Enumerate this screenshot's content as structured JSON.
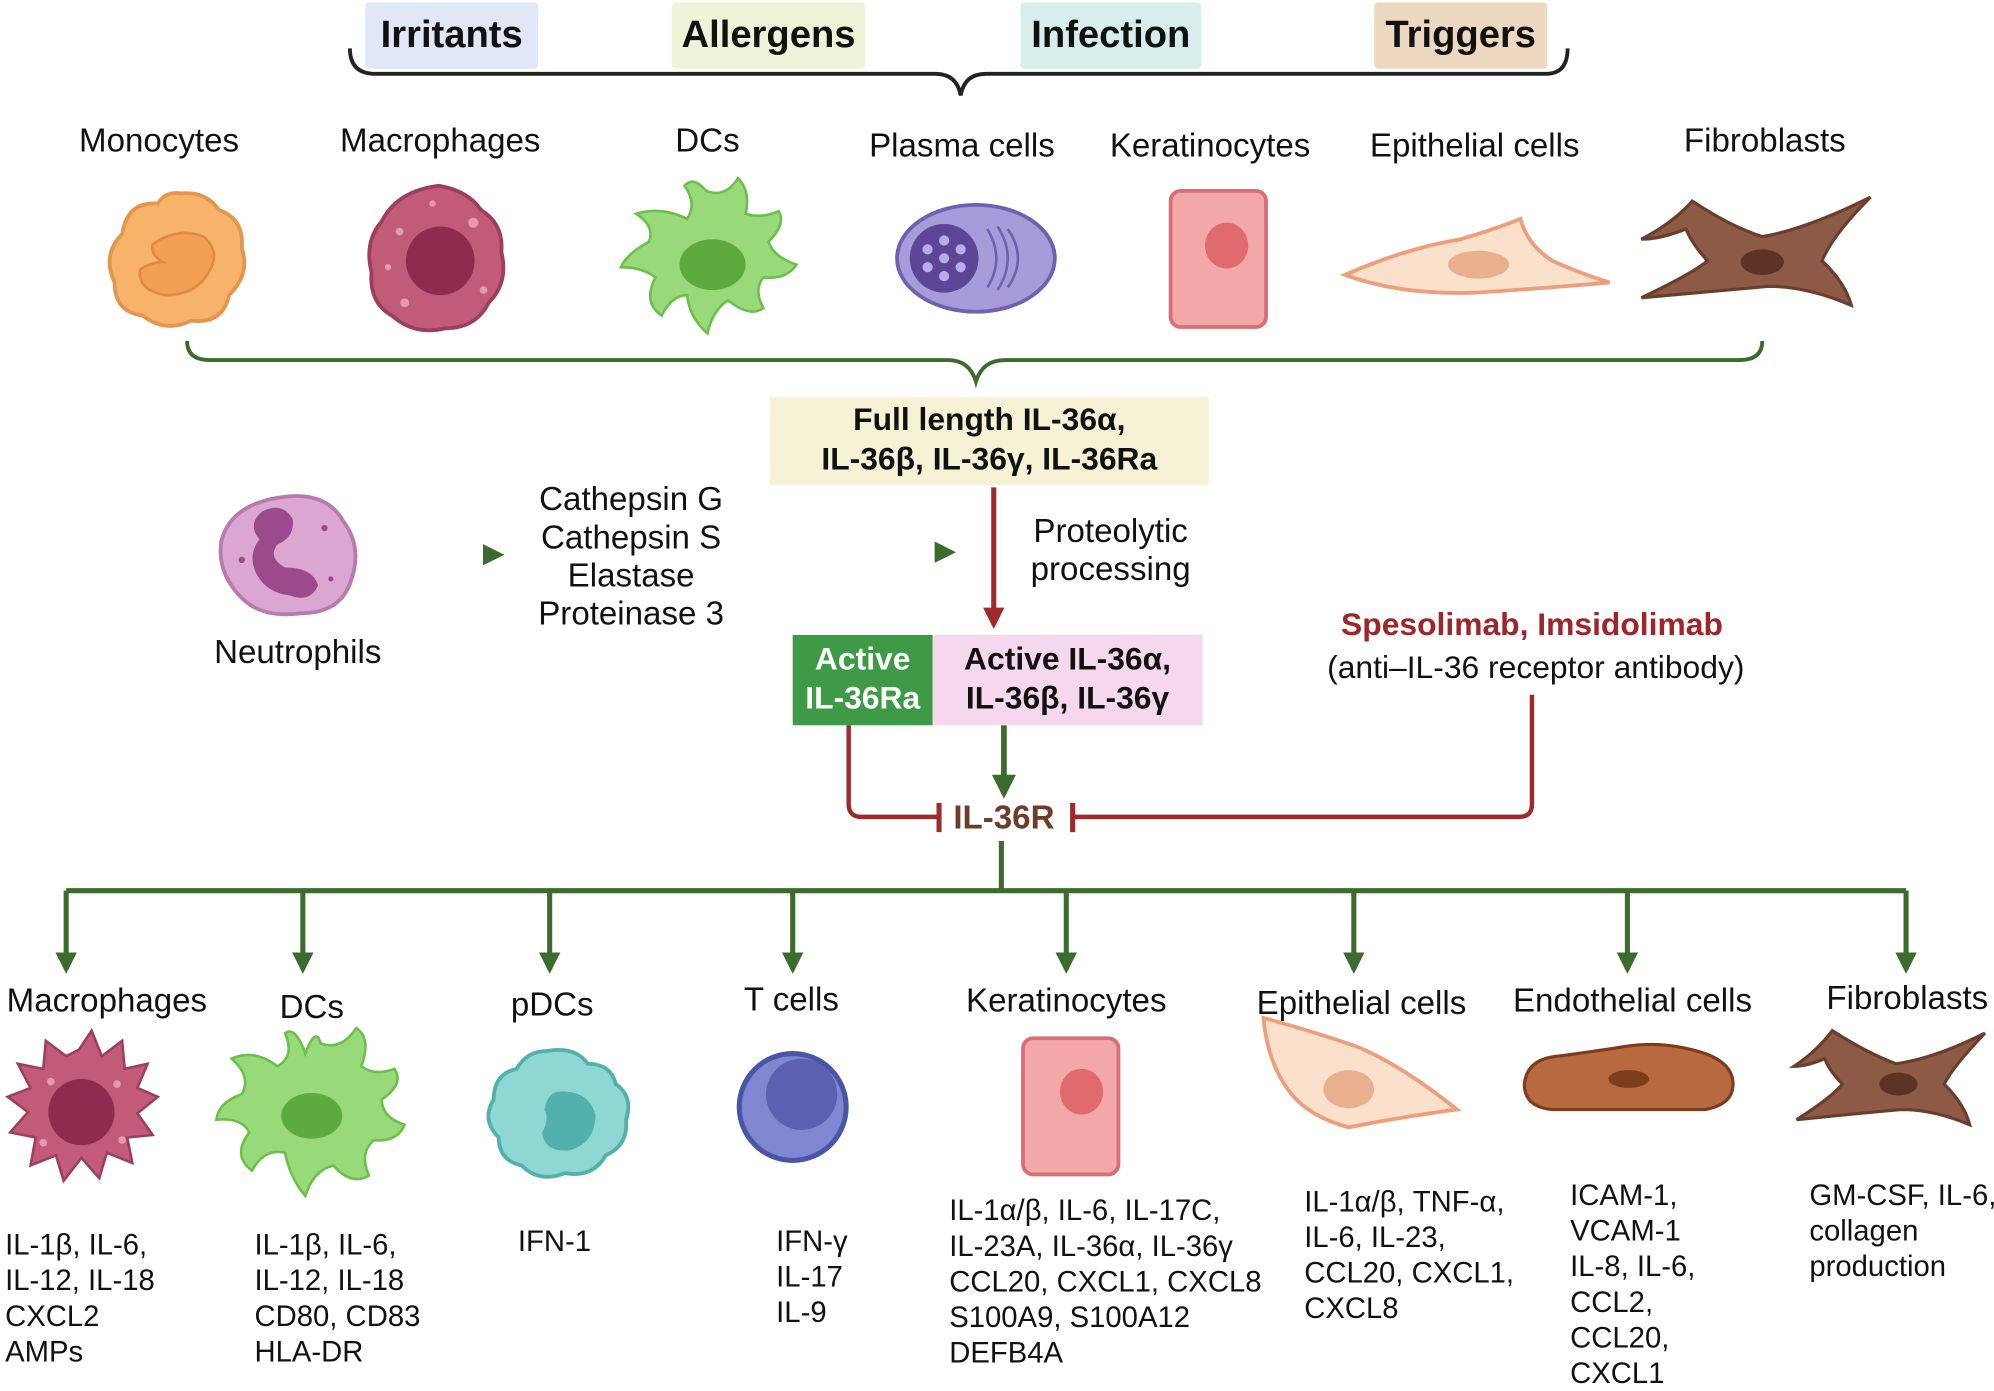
{
  "triggers": {
    "items": [
      "Irritants",
      "Allergens",
      "Infection",
      "Triggers"
    ],
    "colors": [
      "#e2e7f8",
      "#f1f3d8",
      "#d8eeec",
      "#ecd9c0"
    ]
  },
  "top_cells": [
    "Monocytes",
    "Macrophages",
    "DCs",
    "Plasma cells",
    "Keratinocytes",
    "Epithelial cells",
    "Fibroblasts"
  ],
  "full_length_box": {
    "text": "Full length IL-36α,\nIL-36β, IL-36γ, IL-36Ra",
    "color": "#f5f2d6"
  },
  "neutrophils": {
    "label": "Neutrophils"
  },
  "proteases": [
    "Cathepsin G",
    "Cathepsin S",
    "Elastase",
    "Proteinase 3"
  ],
  "proteolytic": "Proteolytic\nprocessing",
  "active_ra": {
    "text": "Active\nIL-36Ra",
    "color": "#3f9a47"
  },
  "active_il36": {
    "text": "Active IL-36α,\nIL-36β, IL-36γ",
    "color": "#f6d8ee"
  },
  "receptor": "IL-36R",
  "drug": {
    "name": "Spesolimab, Imsidolimab",
    "desc": "(anti–IL-36 receptor antibody)",
    "color": "#a0252a"
  },
  "bottom_cells": [
    {
      "name": "Macrophages",
      "outputs": "IL-1β, IL-6,\nIL-12, IL-18\nCXCL2\nAMPs"
    },
    {
      "name": "DCs",
      "outputs": "IL-1β, IL-6,\nIL-12, IL-18\nCD80, CD83\nHLA-DR"
    },
    {
      "name": "pDCs",
      "outputs": "IFN-1"
    },
    {
      "name": "T cells",
      "outputs": "IFN-γ\nIL-17\nIL-9"
    },
    {
      "name": "Keratinocytes",
      "outputs": "IL-1α/β, IL-6, IL-17C,\nIL-23A, IL-36α, IL-36γ\nCCL20, CXCL1, CXCL8\nS100A9, S100A12\nDEFB4A"
    },
    {
      "name": "Epithelial cells",
      "outputs": "IL-1α/β, TNF-α,\nIL-6, IL-23,\nCCL20, CXCL1,\nCXCL8"
    },
    {
      "name": "Endothelial cells",
      "outputs": "ICAM-1,\nVCAM-1\nIL-8, IL-6,\nCCL2,\nCCL20,\nCXCL1"
    },
    {
      "name": "Fibroblasts",
      "outputs": "GM-CSF, IL-6,\ncollagen\nproduction"
    }
  ],
  "palette": {
    "green_line": "#3c6b2e",
    "red_line": "#9e2a2b"
  }
}
